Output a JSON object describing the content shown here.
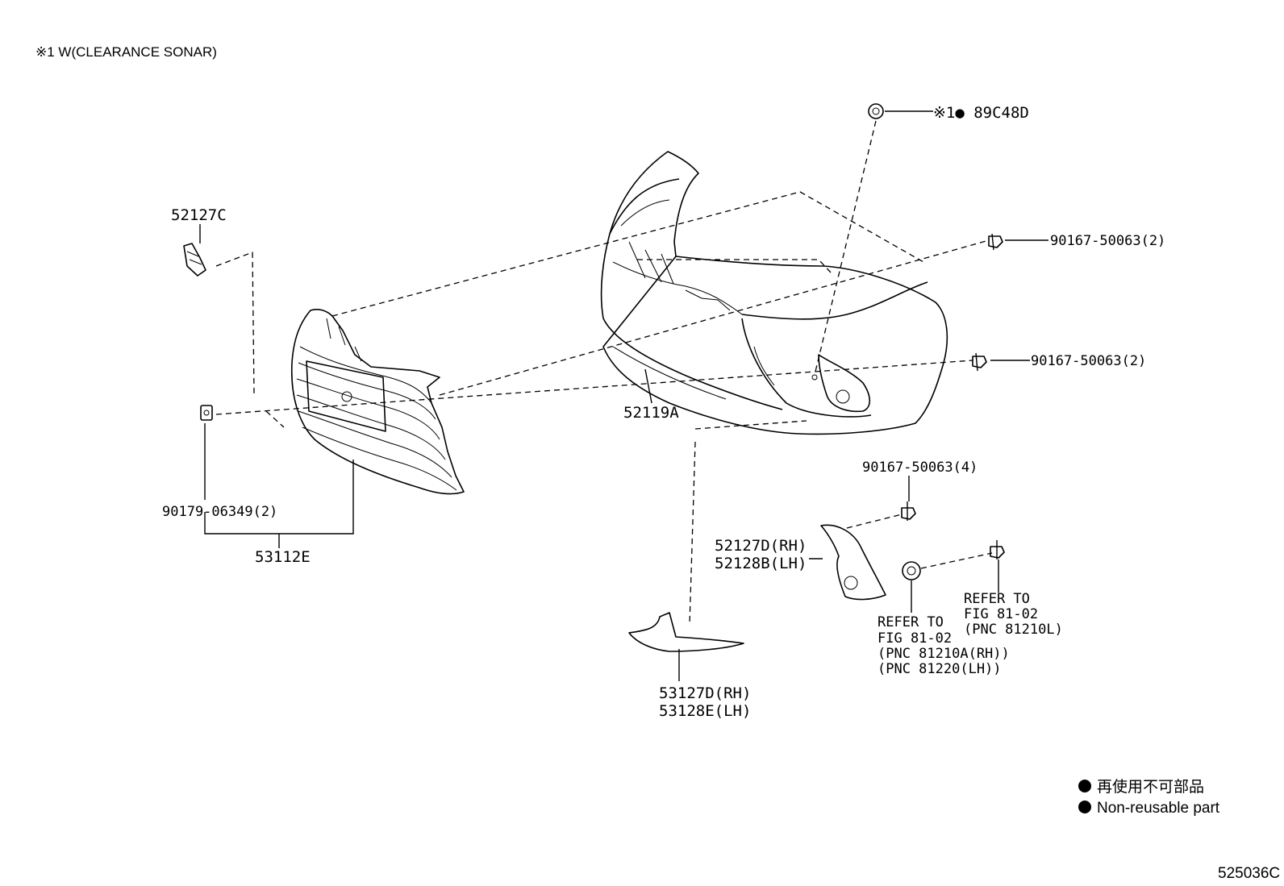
{
  "note": "※1 W(CLEARANCE SONAR)",
  "figure_id": "525036C",
  "labels": {
    "sensor": "※1● 89C48D",
    "bumper_cover": "52119A",
    "support_top": "52127C",
    "grille": "53112E",
    "grille_clip": "90179-06349(2)",
    "screw_top": "90167-50063(2)",
    "screw_mid": "90167-50063(2)",
    "screw_low": "90167-50063(4)",
    "bezel_rh": "52127D(RH)",
    "bezel_lh": "52128B(LH)",
    "molding_rh": "53127D(RH)",
    "molding_lh": "53128E(LH)"
  },
  "refer_a": [
    "REFER TO",
    "FIG 81-02",
    "(PNC 81210A(RH))",
    "(PNC 81220(LH))"
  ],
  "refer_b": [
    "REFER TO",
    "FIG 81-02",
    "(PNC 81210L)"
  ],
  "legend": {
    "japanese": "再使用不可部品",
    "english": "Non-reusable part"
  }
}
